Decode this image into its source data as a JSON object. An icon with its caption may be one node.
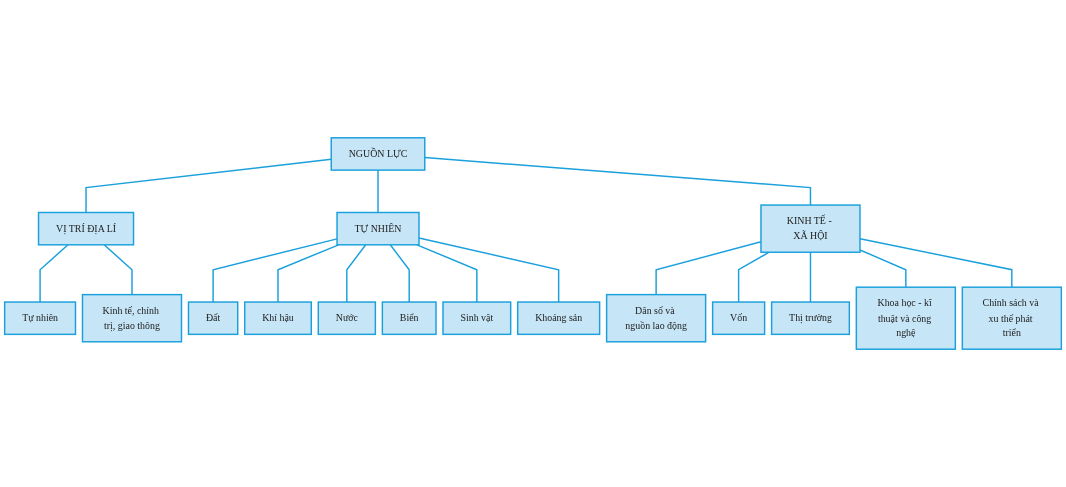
{
  "diagram": {
    "nodes": [
      {
        "text": [
          "NGUỒN LỰC"
        ]
      },
      {
        "text": [
          "VỊ TRÍ ĐỊA LÍ"
        ]
      },
      {
        "text": [
          "TỰ NHIÊN"
        ]
      },
      {
        "text": [
          "KINH TẾ - XÃ HỘI"
        ]
      },
      {
        "text": [
          "Tự nhiên"
        ]
      },
      {
        "text": [
          "Kinh tế, chính trị, giao thông"
        ]
      },
      {
        "text": [
          "Đất"
        ]
      },
      {
        "text": [
          "Khí hậu"
        ]
      },
      {
        "text": [
          "Nước"
        ]
      },
      {
        "text": [
          "Biển"
        ]
      },
      {
        "text": [
          "Sinh vật"
        ]
      },
      {
        "text": [
          "Khoáng sản"
        ]
      },
      {
        "text": [
          "Dân số và nguồn lao động"
        ]
      },
      {
        "text": [
          "Vốn"
        ]
      },
      {
        "text": [
          "Thị trường"
        ]
      },
      {
        "text": [
          "Khoa học - kĩ thuật và công nghệ"
        ]
      },
      {
        "text": [
          "Chính sách và xu thế phát triển"
        ]
      }
    ],
    "edges": [
      {
        "from": 0,
        "to": 1,
        "arrow": "none"
      },
      {
        "from": 0,
        "to": 2,
        "arrow": "none"
      },
      {
        "from": 0,
        "to": 3,
        "arrow": "none"
      },
      {
        "from": 1,
        "to": 4,
        "arrow": "none"
      },
      {
        "from": 1,
        "to": 5,
        "arrow": "none"
      },
      {
        "from": 2,
        "to": 6,
        "arrow": "none"
      },
      {
        "from": 2,
        "to": 7,
        "arrow": "none"
      },
      {
        "from": 2,
        "to": 8,
        "arrow": "none"
      },
      {
        "from": 2,
        "to": 9,
        "arrow": "none"
      },
      {
        "from": 2,
        "to": 10,
        "arrow": "none"
      },
      {
        "from": 2,
        "to": 11,
        "arrow": "none"
      },
      {
        "from": 3,
        "to": 12,
        "arrow": "none"
      },
      {
        "from": 3,
        "to": 13,
        "arrow": "none"
      },
      {
        "from": 3,
        "to": 14,
        "arrow": "none"
      },
      {
        "from": 3,
        "to": 15,
        "arrow": "none"
      },
      {
        "from": 3,
        "to": 16,
        "arrow": "none"
      }
    ]
  }
}
